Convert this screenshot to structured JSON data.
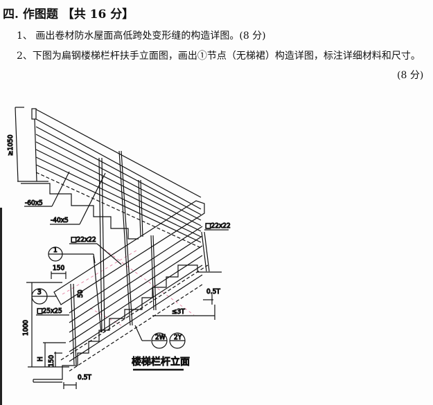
{
  "section_title": "四. 作图题 【共 16 分】",
  "questions": [
    {
      "text": "1、  画出卷材防水屋面高低跨处变形缝的构造详图。(8 分)"
    },
    {
      "text": "2、下图为扁钢楼梯栏杆扶手立面图，画出①节点（无梯裙）构造详图，标注详细材料和尺寸。",
      "points": "(8 分)"
    }
  ],
  "drawing": {
    "title": "楼梯栏杆立面",
    "labels": {
      "height_min": "≥1050",
      "flat_bar_60": "-60x5",
      "flat_bar_40": "-40x5",
      "sq_bar_22_a": "□22x22",
      "sq_bar_22_b": "□22x22",
      "sq_bar_25": "□25x25",
      "dim_150_top": "150",
      "dim_50": "50",
      "dim_1000": "1000",
      "dim_H": "H",
      "dim_150_bottom": "150",
      "dim_05T_right": "0.5T",
      "dim_05T_bottom": "0.5T",
      "dim_3T": "≤3T"
    },
    "callouts": {
      "node1": "1",
      "node3": "3",
      "node2w": "2W",
      "node2y": "2Y"
    }
  }
}
